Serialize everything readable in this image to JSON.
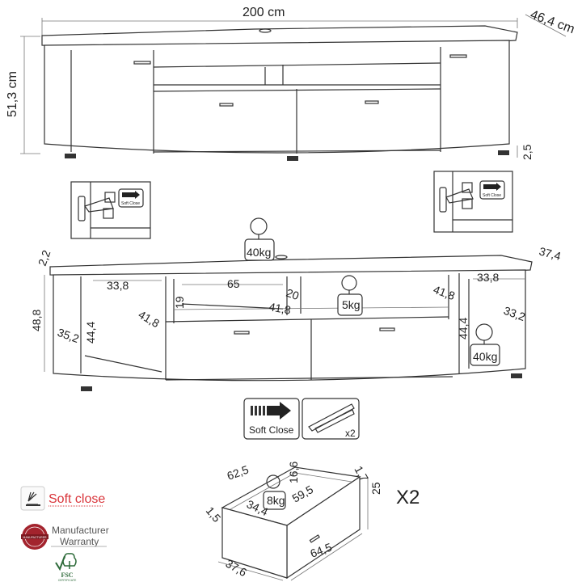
{
  "top_view": {
    "width": "200 cm",
    "depth": "46,4 cm",
    "height": "51,3 cm",
    "leg_height": "2,5"
  },
  "hinge_badges": [
    {
      "label": "Soft Close"
    },
    {
      "label": "Soft Close"
    }
  ],
  "inner_view": {
    "top_load": "40kg",
    "top_thickness": "2,2",
    "depth": "37,4",
    "height": "48,8",
    "left_compartment_width": "33,8",
    "center_shelf_width": "65",
    "right_compartment_width": "33,8",
    "shelf_height": "19",
    "divider": "20",
    "center_depth": "41,8",
    "shelf_load": "5kg",
    "right_inner_depth": "41,8",
    "left_inner_depth": "41,8",
    "left_side_depth": "35,2",
    "left_height": "44,4",
    "right_side_depth": "33,2",
    "right_height": "44,4",
    "compartment_load": "40kg"
  },
  "features": {
    "soft_close_label": "Soft Close",
    "runners_count": "x2"
  },
  "drawer": {
    "length_top": "62,5",
    "inner_height": "16,6",
    "front_thickness": "1,7",
    "height": "25",
    "load": "8kg",
    "inner_length": "59,5",
    "inner_depth": "34,4",
    "side_thickness": "1,5",
    "length": "64,5",
    "depth": "37,6",
    "quantity": "X2"
  },
  "badges": {
    "soft_close": "Soft close",
    "warranty_line1": "Manufacturer",
    "warranty_line2": "Warranty",
    "warranty_seal": "MANUFACTURER",
    "fsc": "FSC",
    "fsc_sub": "CERTIFICATE"
  },
  "colors": {
    "accent_red": "#d9343a",
    "seal_red": "#a3232d",
    "fsc_green": "#2e6b3a"
  }
}
